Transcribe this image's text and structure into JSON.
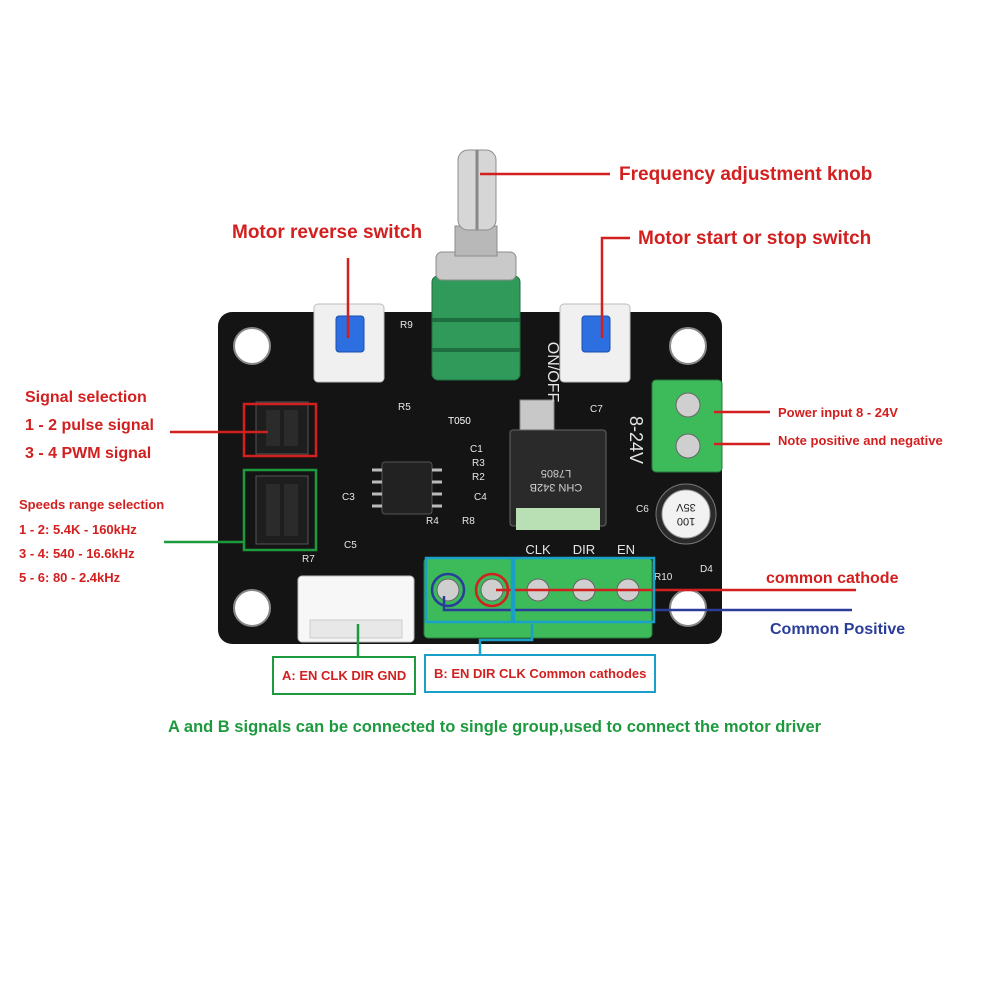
{
  "labels": {
    "frequency_knob": "Frequency adjustment knob",
    "reverse_switch": "Motor reverse switch",
    "start_stop_switch": "Motor start or stop switch",
    "signal_selection": {
      "title": "Signal selection",
      "line1": "1 - 2 pulse signal",
      "line2": "3 - 4 PWM signal"
    },
    "speed_range": {
      "title": "Speeds range selection",
      "line1": "1 - 2: 5.4K - 160kHz",
      "line2": "3 - 4: 540 - 16.6kHz",
      "line3": "5 - 6: 80 - 2.4kHz"
    },
    "power_input": "Power input 8 - 24V",
    "polarity_note": "Note positive and negative",
    "common_cathode": "common cathode",
    "common_positive": "Common Positive",
    "group_a": "A: EN CLK DIR GND",
    "group_b": "B: EN DIR CLK Common cathodes",
    "footer": "A and B signals can be connected to single group,used to connect the motor driver"
  },
  "board_silkscreen": {
    "on_off": "ON/OFF",
    "voltage": "8-24V",
    "regulator_top": "L7805",
    "regulator_bottom": "CHN 342B",
    "capacitor_value": "100",
    "capacitor_voltage": "35V",
    "terminal_en": "EN",
    "terminal_dir": "DIR",
    "terminal_clk": "CLK",
    "capacitor_ref": "C6",
    "pot_ref": "T050",
    "r5": "R5",
    "r3": "R3",
    "r2": "R2",
    "r4": "R4",
    "r8": "R8",
    "c1": "C1",
    "c4": "C4",
    "c7": "C7",
    "c3": "C3",
    "c5": "C5",
    "r7": "R7",
    "r9": "R9",
    "r10": "R10",
    "d4": "D4"
  },
  "colors": {
    "annotation_red": "#d21f1f",
    "annotation_blue": "#2a3d99",
    "annotation_green": "#1d9a3e",
    "box_b_border": "#1aa0c8",
    "pcb": "#141414",
    "terminal_green": "#3dbb5b",
    "button_blue": "#2d6fe0"
  }
}
